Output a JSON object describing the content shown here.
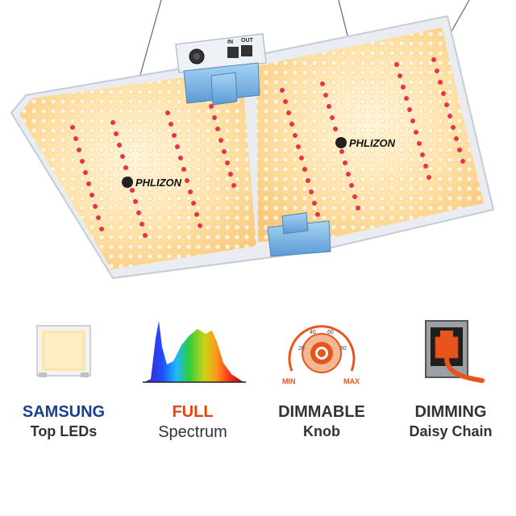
{
  "product": {
    "brand_logo_text": "PHLIZON",
    "controller_ports": {
      "in_label": "IN",
      "out_label": "OUT"
    }
  },
  "features": [
    {
      "line1": "SAMSUNG",
      "line2": "Top LEDs",
      "line1_color": "#1a3f8f",
      "icon": "led-chip-icon"
    },
    {
      "line1": "FULL",
      "line2": "Spectrum",
      "line1_color": "#e8420b",
      "icon": "spectrum-chart-icon"
    },
    {
      "line1": "DIMMABLE",
      "line2": "Knob",
      "line1_color": "#333333",
      "icon": "dimmer-knob-icon",
      "knob": {
        "min_label": "MIN",
        "max_label": "MAX",
        "scale": [
          "20",
          "40",
          "60",
          "80"
        ]
      }
    },
    {
      "line1": "DIMMING",
      "line2": "Daisy Chain",
      "line1_color": "#333333",
      "icon": "rj-port-icon"
    }
  ],
  "colors": {
    "led_warm": "#fff2c8",
    "led_red": "#e8324a",
    "panel_glow": "#ffd58a",
    "accent_orange": "#e8541c",
    "driver_blue": "#7ab7e8"
  }
}
